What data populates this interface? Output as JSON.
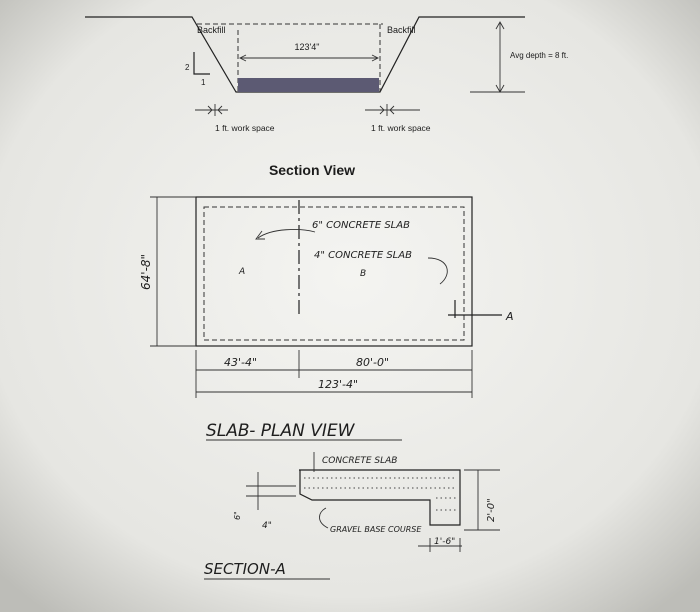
{
  "section_view": {
    "backfill_left": "Backfill",
    "backfill_right": "Backfill",
    "width_label": "123'4\"",
    "slope_rise": "2",
    "slope_run": "1",
    "depth_label": "Avg depth = 8 ft.",
    "work_space_left": "1 ft. work space",
    "work_space_right": "1 ft. work space",
    "title": "Section View"
  },
  "slab_plan": {
    "height_dim": "64'-8\"",
    "note_6in": "6\" CONCRETE SLAB",
    "note_4in": "4\" CONCRETE SLAB",
    "region_a": "A",
    "region_b": "B",
    "section_marker": "A",
    "dim_a": "43'-4\"",
    "dim_b": "80'-0\"",
    "dim_total": "123'-4\"",
    "title": "SLAB- PLAN VIEW"
  },
  "section_a": {
    "slab_note": "CONCRETE SLAB",
    "gravel_note": "GRAVEL BASE COURSE",
    "left_note": "6\"",
    "left_mark": "4\"",
    "depth_dim": "2'-0\"",
    "width_dim": "1'-6\"",
    "title": "SECTION-A"
  }
}
